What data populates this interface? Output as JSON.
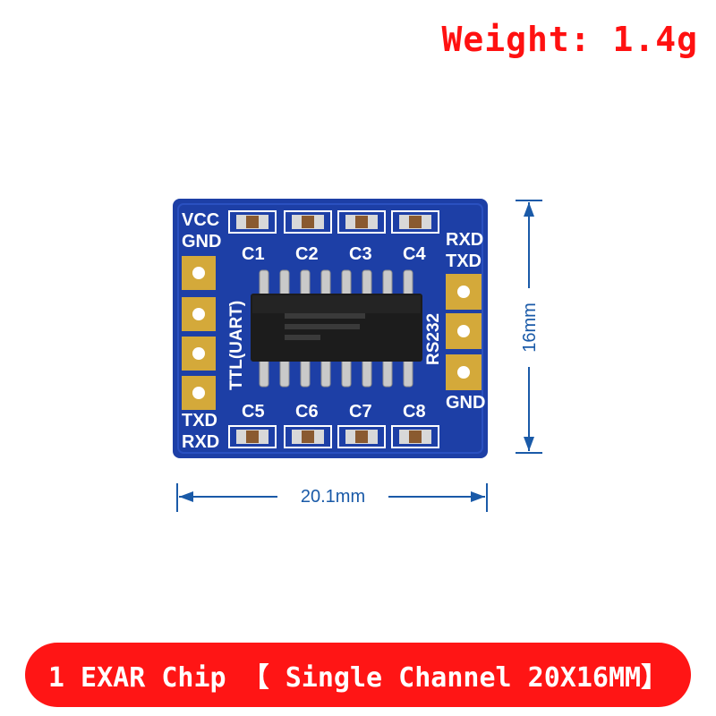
{
  "header": {
    "weight_label": "Weight: 1.4g"
  },
  "board": {
    "left_pins_top": [
      "VCC",
      "GND"
    ],
    "left_pins_bottom": [
      "TXD",
      "RXD"
    ],
    "right_pins_top": [
      "RXD",
      "TXD"
    ],
    "right_pins_bottom": "GND",
    "left_side_label": "TTL(UART)",
    "right_side_label": "RS232",
    "capacitors_top": [
      "C1",
      "C2",
      "C3",
      "C4"
    ],
    "capacitors_bottom": [
      "C5",
      "C6",
      "C7",
      "C8"
    ]
  },
  "dimensions": {
    "width": "20.1mm",
    "height": "16mm"
  },
  "banner": {
    "text": "1 EXAR Chip 【 Single Channel 20X16MM】"
  },
  "colors": {
    "pcb": "#1d3fa6",
    "banner": "#ff1515",
    "weight_text": "#ff1111",
    "dimension": "#1a5aa8",
    "pad": "#d4a93a"
  }
}
